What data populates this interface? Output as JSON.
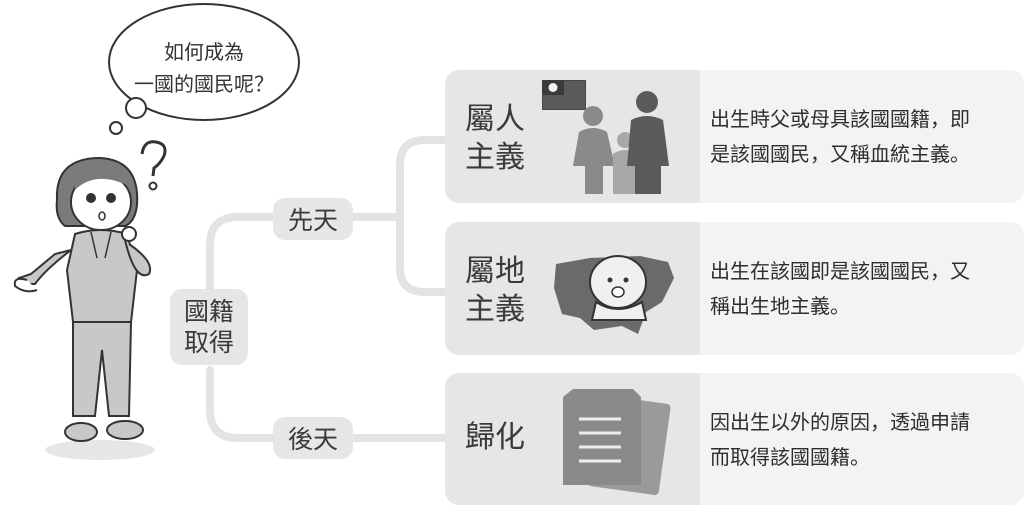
{
  "thought_bubble": {
    "line1": "如何成為",
    "line2": "一國的國民呢？"
  },
  "root": {
    "line1": "國籍",
    "line2": "取得"
  },
  "branches": {
    "innate": "先天",
    "acquired": "後天"
  },
  "cards": [
    {
      "title_line1": "屬人",
      "title_line2": "主義",
      "desc_line1": "出生時父或母具該國國籍，即",
      "desc_line2": "是該國國民，又稱血統主義。"
    },
    {
      "title_line1": "屬地",
      "title_line2": "主義",
      "desc_line1": "出生在該國即是該國國民，又",
      "desc_line2": "稱出生地主義。"
    },
    {
      "title_line1": "歸化",
      "title_line2": "",
      "desc_line1": "因出生以外的原因，透過申請",
      "desc_line2": "而取得該國國籍。"
    }
  ]
}
